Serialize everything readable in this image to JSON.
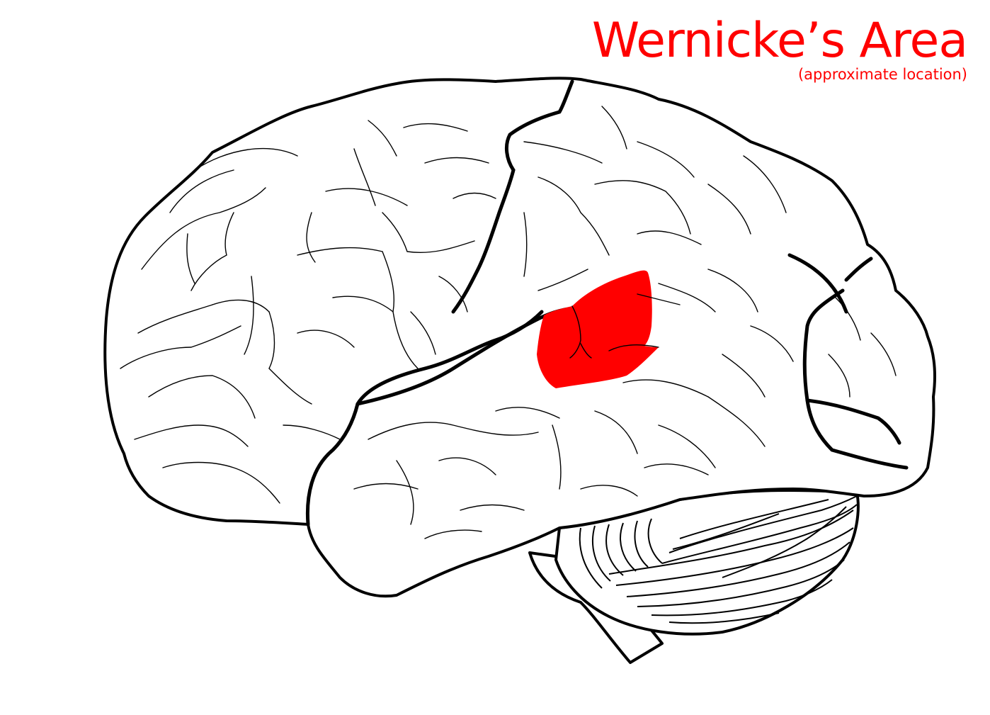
{
  "title": "Wernicke’s Area",
  "subtitle": "(approximate location)",
  "colors": {
    "highlight": "#ff0000",
    "outline": "#000000",
    "background": "#ffffff",
    "label": "#ff0000"
  },
  "figure": {
    "subject": "lateral view of human brain (left hemisphere)",
    "highlighted_region": "Wernicke's area (posterior superior temporal gyrus)"
  }
}
